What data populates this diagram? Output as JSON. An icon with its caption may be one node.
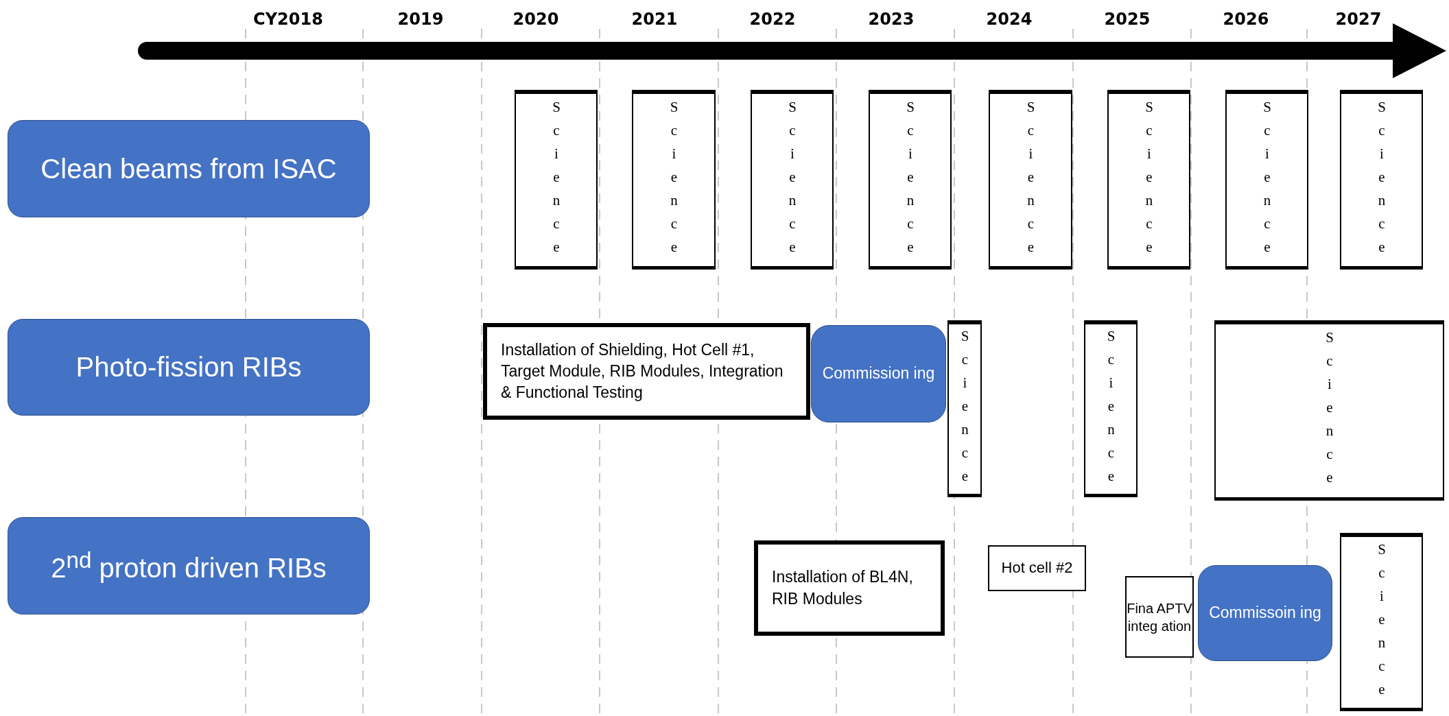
{
  "diagram": {
    "nodes": [
      {
        "text": [
          "Clean beams from ISAC"
        ]
      },
      {
        "text": [
          "Science"
        ]
      },
      {
        "text": [
          "Science"
        ]
      },
      {
        "text": [
          "Science"
        ]
      },
      {
        "text": [
          "Science"
        ]
      },
      {
        "text": [
          "Science"
        ]
      },
      {
        "text": [
          "Science"
        ]
      },
      {
        "text": [
          "Science"
        ]
      },
      {
        "text": [
          "Science"
        ]
      },
      {
        "text": [
          "Photo-fission RIBs"
        ]
      },
      {
        "text": [
          "Installation of Shielding, Hot Cell #1, Target Module, RIB Modules, Integration & Functional Testing"
        ]
      },
      {
        "text": [
          "Commission ing"
        ]
      },
      {
        "text": [
          "Science"
        ]
      },
      {
        "text": [
          "Science"
        ]
      },
      {
        "text": [
          "Science"
        ]
      },
      {
        "text": [
          "2$^{nd}$ proton driven RIBs"
        ]
      },
      {
        "text": [
          "Installation of BL4N, RIB Modules"
        ]
      },
      {
        "text": [
          "Hot cell #2"
        ]
      },
      {
        "text": [
          "Fina APTV integ ation"
        ]
      },
      {
        "text": [
          "Commissoin ing"
        ]
      },
      {
        "text": [
          "Science"
        ]
      }
    ],
    "edges": [],
    "labels": [
      "CY2018",
      "2019",
      "2020",
      "2021",
      "2022",
      "2023",
      "2024",
      "2025",
      "2026",
      "2027"
    ]
  }
}
